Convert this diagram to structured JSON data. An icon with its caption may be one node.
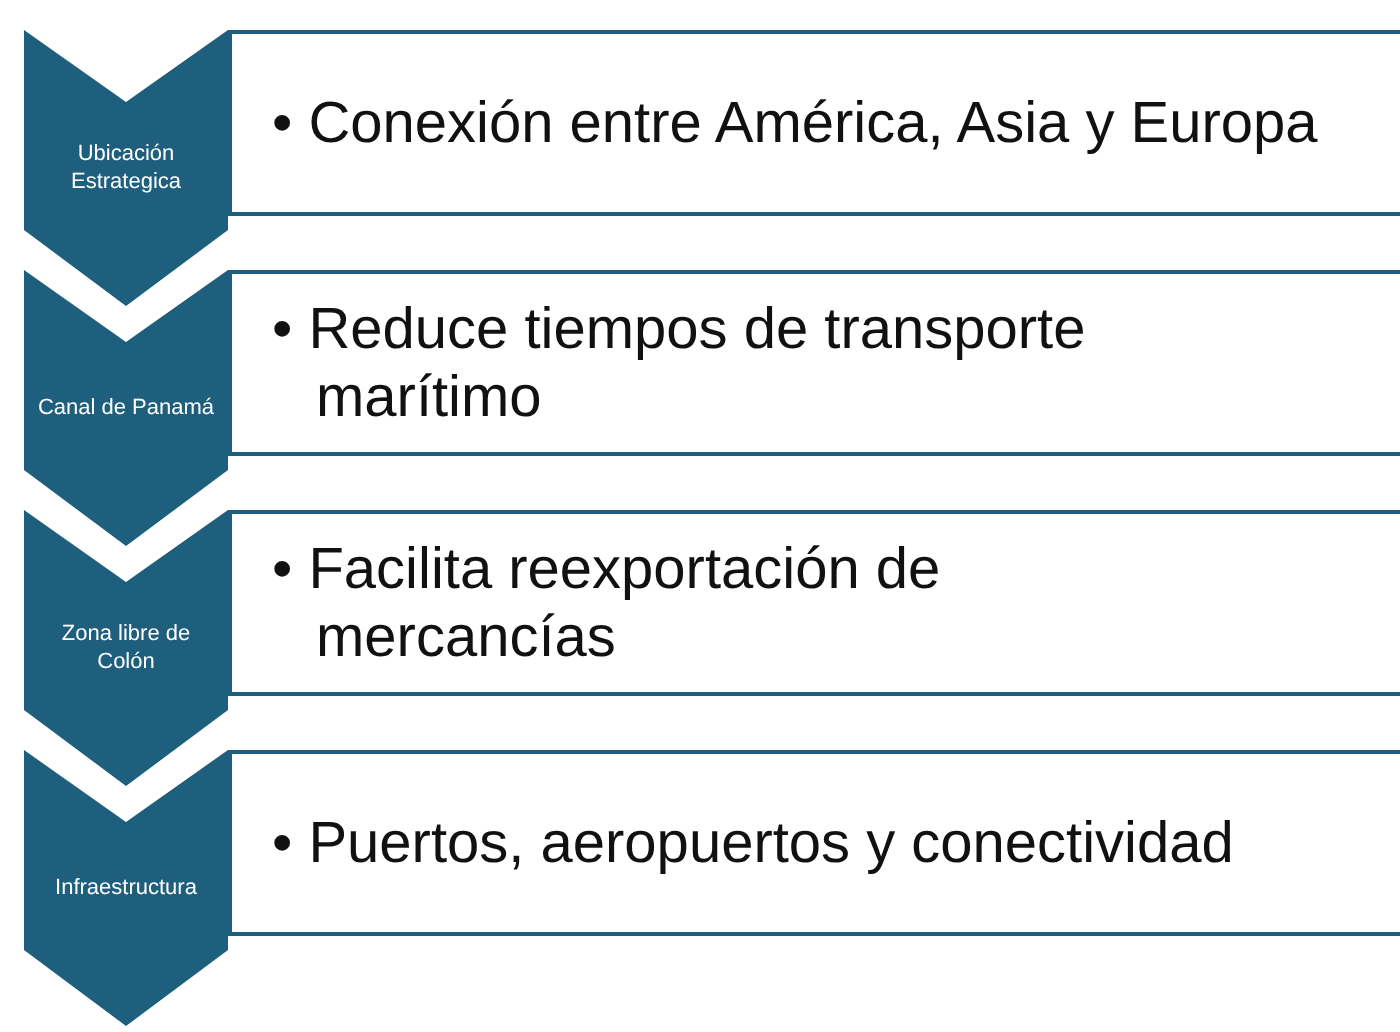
{
  "diagram": {
    "nodes": [
      {
        "text": [
          "Ubicación Estrategica"
        ]
      },
      {
        "text": [
          "• Conexión entre América, Asia y Europa"
        ]
      },
      {
        "text": [
          "Canal de Panamá"
        ]
      },
      {
        "text": [
          "• Reduce tiempos de transporte marítimo"
        ]
      },
      {
        "text": [
          "Zona libre de Colón"
        ]
      },
      {
        "text": [
          "• Facilita reexportación de mercancías"
        ]
      },
      {
        "text": [
          "Infraestructura"
        ]
      },
      {
        "text": [
          "• Puertos, aeropuertos y conectividad"
        ]
      }
    ]
  }
}
